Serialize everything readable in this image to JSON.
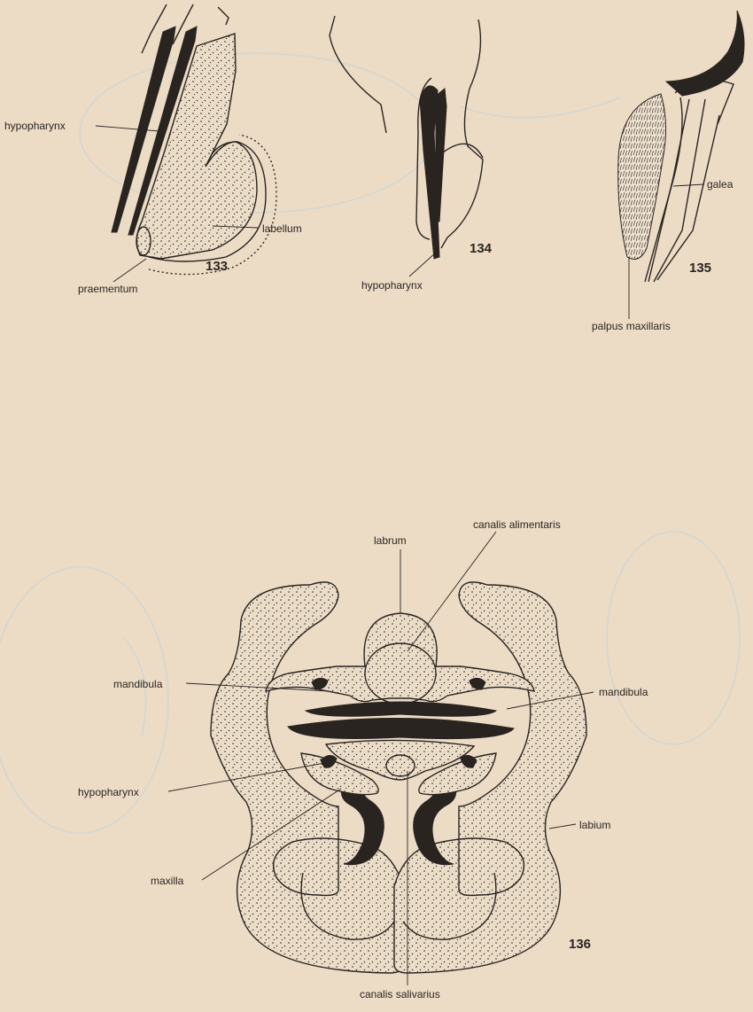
{
  "figures": {
    "fig133": {
      "number": "133",
      "labels": {
        "hypopharynx": "hypopharynx",
        "labellum": "labellum",
        "praementum": "praementum"
      }
    },
    "fig134": {
      "number": "134",
      "labels": {
        "hypopharynx": "hypopharynx"
      }
    },
    "fig135": {
      "number": "135",
      "labels": {
        "galea": "galea",
        "palpus": "palpus maxillaris"
      }
    },
    "fig136": {
      "number": "136",
      "labels": {
        "labrum": "labrum",
        "canalis_alimentaris": "canalis alimentaris",
        "mandibula_left": "mandibula",
        "mandibula_right": "mandibula",
        "hypopharynx": "hypopharynx",
        "maxilla": "maxilla",
        "labium": "labium",
        "canalis_salivarius": "canalis salivarius"
      }
    }
  },
  "colors": {
    "paper": "#ecdcc6",
    "ink": "#2a2420",
    "show_through": "#c9d3d6"
  }
}
